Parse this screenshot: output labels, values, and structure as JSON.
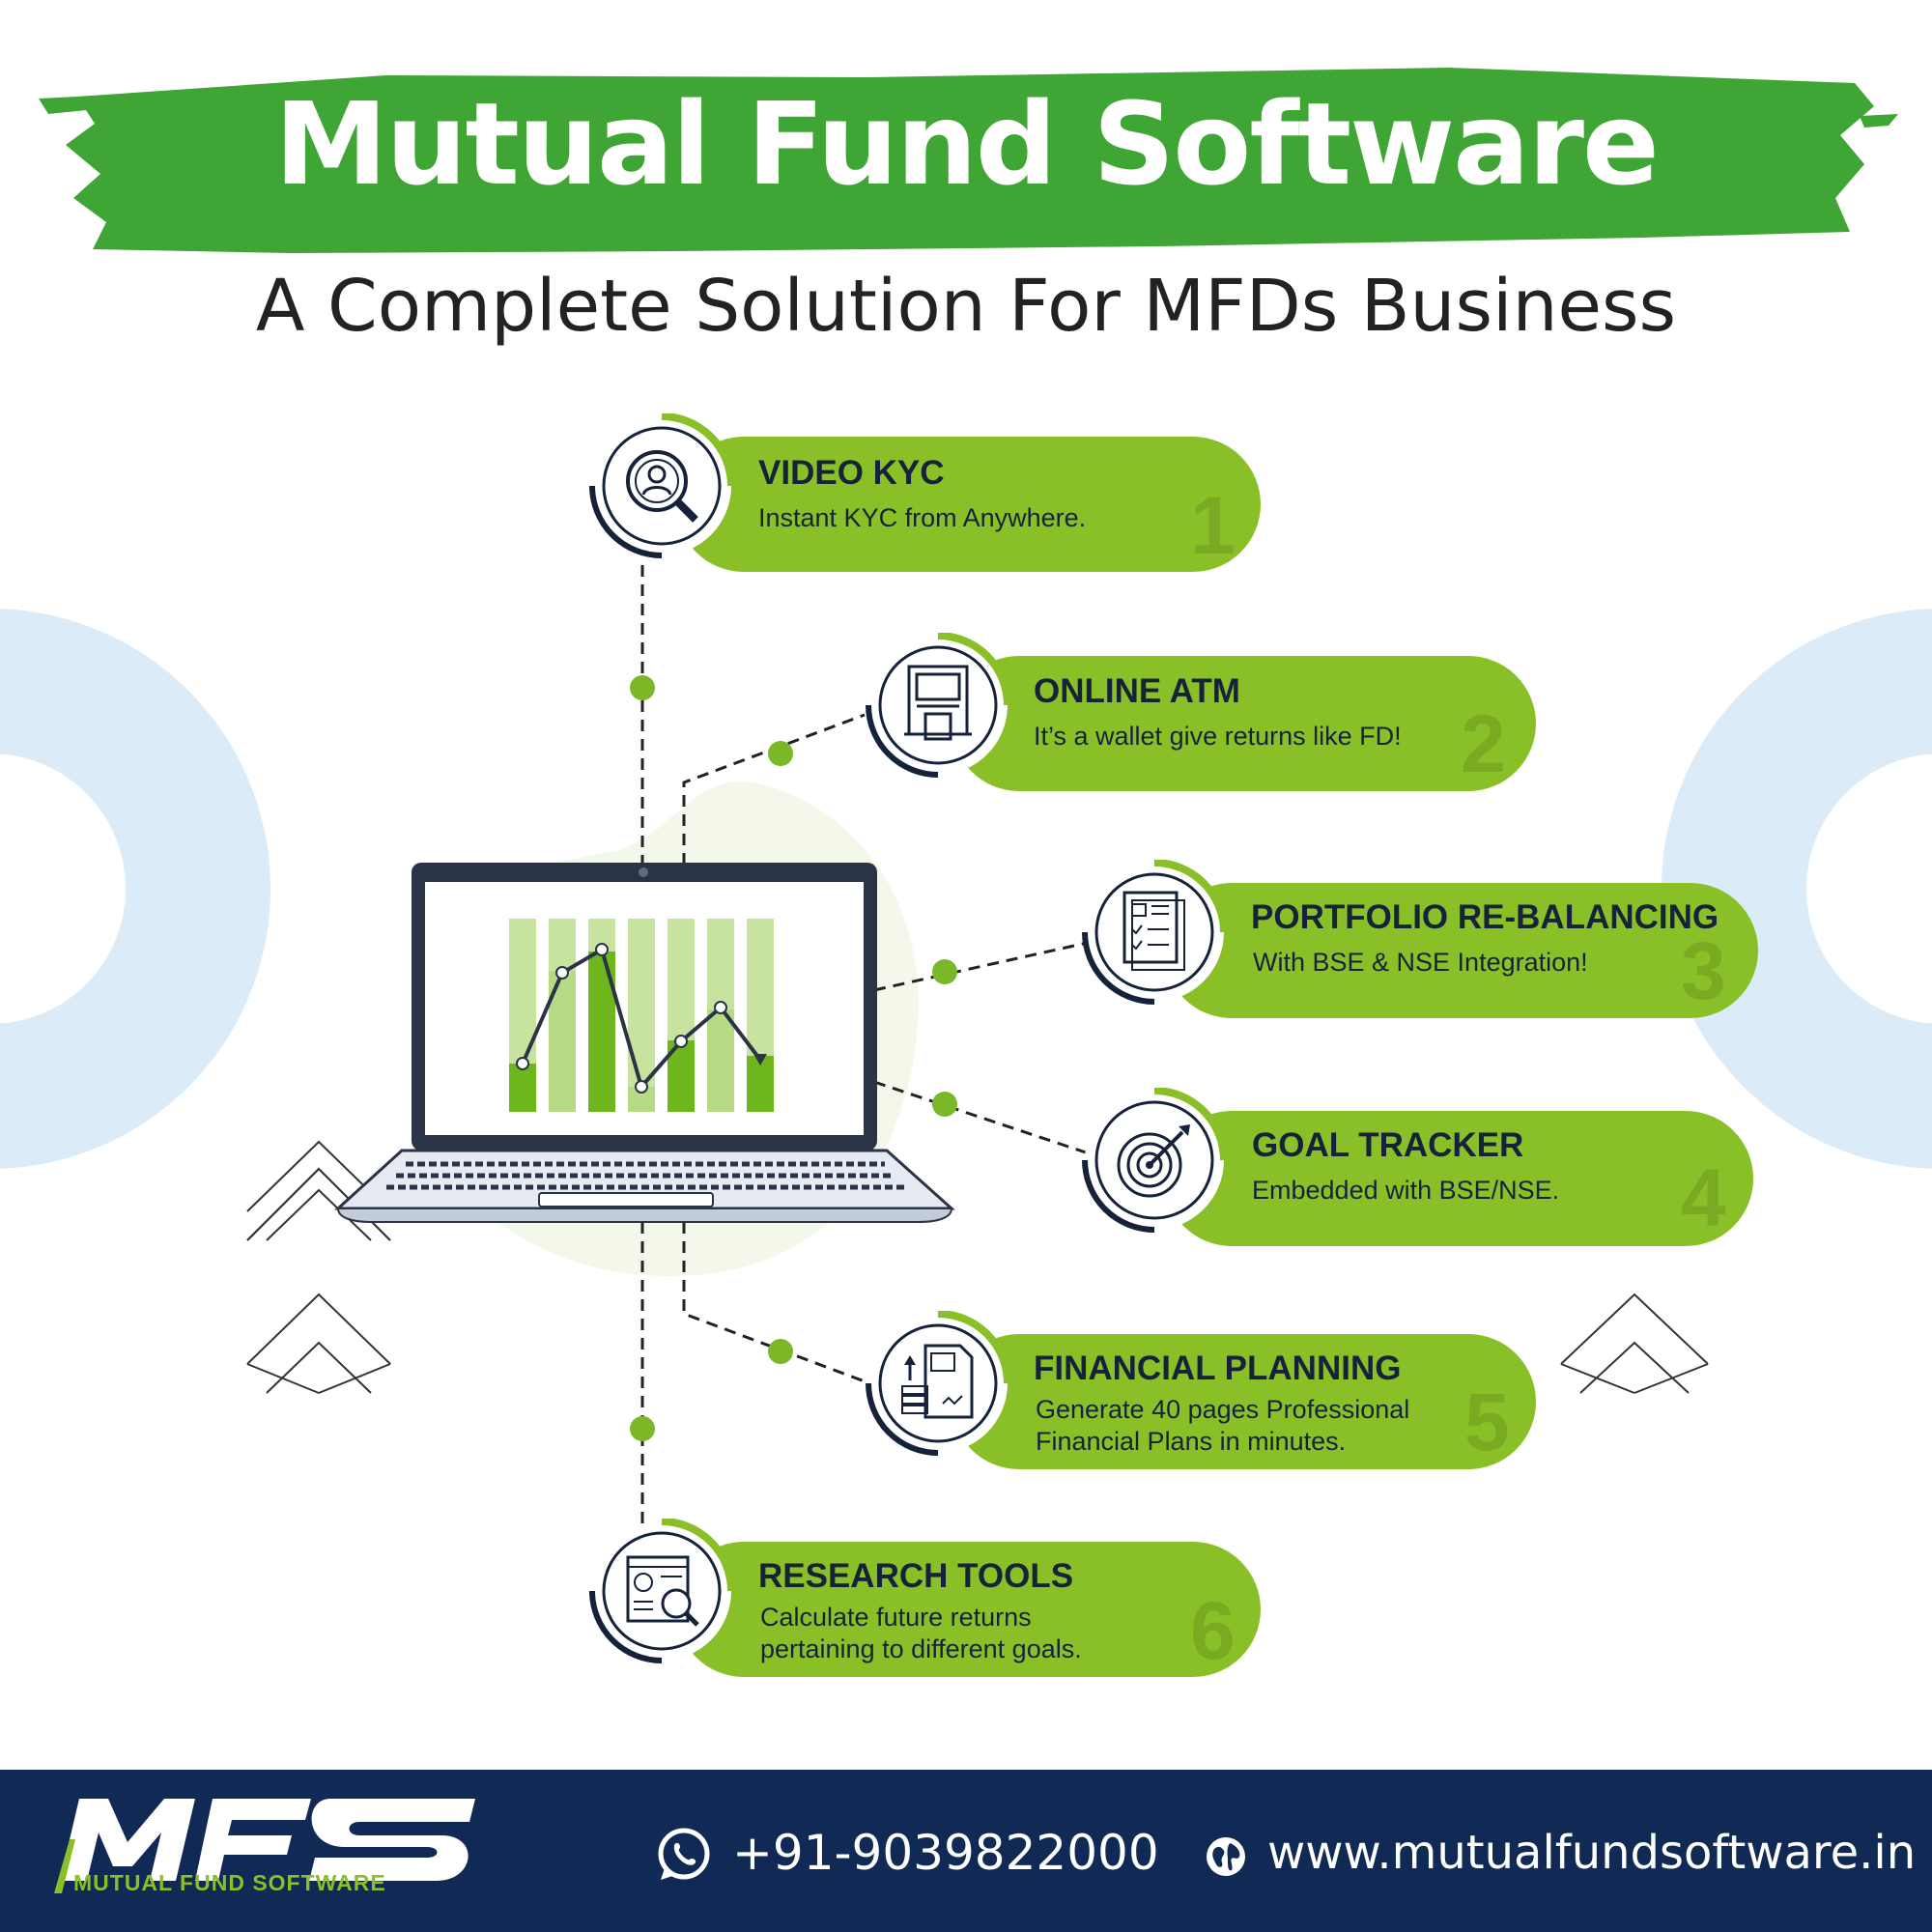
{
  "header": {
    "title": "Mutual Fund Software",
    "subtitle": "A Complete Solution For MFDs Business"
  },
  "features": [
    {
      "number": "1",
      "title": "VIDEO KYC",
      "description": "Instant KYC from Anywhere.",
      "icon": "user-search-icon"
    },
    {
      "number": "2",
      "title": "ONLINE ATM",
      "description": "It’s a wallet give returns like FD!",
      "icon": "atm-icon"
    },
    {
      "number": "3",
      "title": "PORTFOLIO RE-BALANCING",
      "description": "With BSE & NSE Integration!",
      "icon": "document-checklist-icon"
    },
    {
      "number": "4",
      "title": "GOAL TRACKER",
      "description": "Embedded with BSE/NSE.",
      "icon": "target-icon"
    },
    {
      "number": "5",
      "title": "FINANCIAL PLANNING",
      "description_lines": [
        "Generate 40 pages Professional",
        "Financial Plans in minutes."
      ],
      "icon": "financial-report-icon"
    },
    {
      "number": "6",
      "title": "RESEARCH TOOLS",
      "description_lines": [
        "Calculate future returns",
        "pertaining to different goals."
      ],
      "icon": "research-icon"
    }
  ],
  "footer": {
    "logo_text": "MFS",
    "logo_subtext": "MUTUAL FUND SOFTWARE",
    "phone": "+91-9039822000",
    "website": "www.mutualfundsoftware.in"
  },
  "colors": {
    "brand_green": "#8ac027",
    "brush_green": "#3fa535",
    "navy": "#102955",
    "light_blue": "#dcebf8"
  }
}
